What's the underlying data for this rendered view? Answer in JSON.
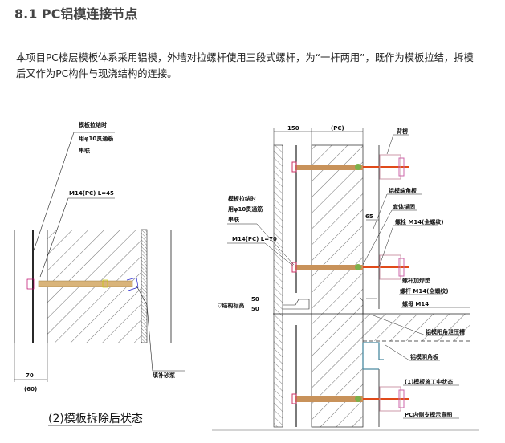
{
  "section": {
    "title": "8.1 PC铝模连接节点"
  },
  "paragraph": {
    "line1": "本项目PC楼层模板体系采用铝模，外墙对拉螺杆使用三段式螺杆，为“一杆两用”，既作为模板拉结，拆模",
    "line2": "后又作为PC构件与现浇结构的连接。"
  },
  "left_drawing": {
    "label_tie_1": "模板拉结时",
    "label_tie_2": "用φ10贯通筋",
    "label_tie_3": "串联",
    "label_bolt": "M14(PC) L=45",
    "label_mortar": "填补砂浆",
    "dim_main": "70",
    "dim_alt": "(60)",
    "caption": "(2)模板拆除后状态"
  },
  "right_drawing": {
    "dim_left": "150",
    "dim_right": "(PC)",
    "label_backing": "背楞",
    "label_corner_plate": "铝模端角板",
    "label_anchor": "套体锚固",
    "label_bolt_full": "螺栓 M14(全螺纹)",
    "label_rod_weld": "螺杆加焊垫",
    "label_rod_full": "螺杆 M14(全螺纹)",
    "label_nut": "螺母 M14",
    "label_outer_corner": "铝模阳角泄压槽",
    "label_inner_corner": "铝模阴角板",
    "label_tie_1": "模板拉结时",
    "label_tie_2": "用φ10贯通筋",
    "label_tie_3": "串联",
    "label_bolt": "M14(PC) L=70",
    "label_elevation": "▽结构标高",
    "dim_a": "50",
    "dim_b": "50",
    "dim_c": "65",
    "caption_state": "(1)模板施工中状态",
    "caption_diagram": "PC内侧支模示意图"
  }
}
